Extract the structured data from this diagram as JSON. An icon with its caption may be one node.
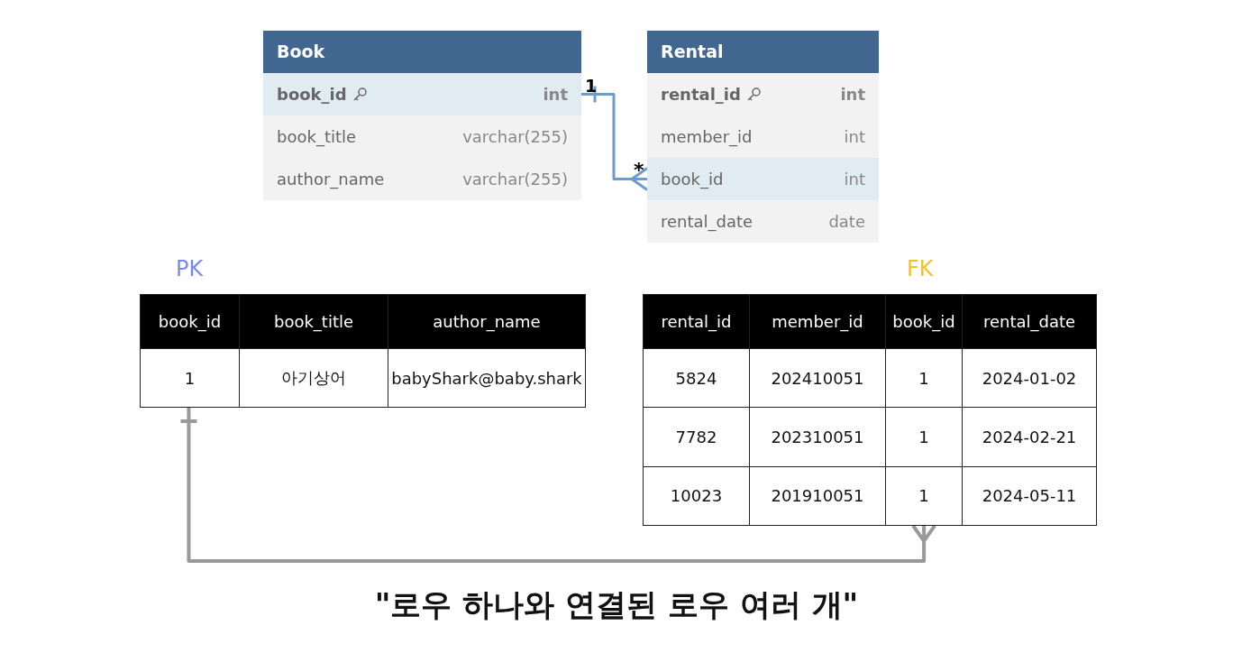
{
  "diagram": {
    "caption": "\"로우 하나와 연결된 로우 여러 개\"",
    "nodes": [
      {
        "text": [
          "Book"
        ]
      },
      {
        "text": [
          "book_id",
          "int"
        ],
        "in": 0
      },
      {
        "text": [
          "book_title",
          "varchar(255)"
        ],
        "in": 0
      },
      {
        "text": [
          "author_name",
          "varchar(255)"
        ],
        "in": 0
      },
      {
        "text": [
          "Rental"
        ]
      },
      {
        "text": [
          "rental_id",
          "int"
        ],
        "in": 4
      },
      {
        "text": [
          "member_id",
          "int"
        ],
        "in": 4
      },
      {
        "text": [
          "book_id",
          "int"
        ],
        "in": 4
      },
      {
        "text": [
          "rental_date",
          "date"
        ],
        "in": 4
      },
      {
        "text": [
          "book_id",
          "book_title",
          "author_name",
          "1",
          "아기상어",
          "babyShark@baby.shark"
        ],
        "beside": [
          "PK"
        ]
      },
      {
        "text": [
          "rental_id",
          "member_id",
          "book_id",
          "rental_date",
          "5824",
          "202410051",
          "1",
          "2024-01-02",
          "7782",
          "202310051",
          "1",
          "2024-02-21",
          "10023",
          "201910051",
          "1",
          "2024-05-11"
        ],
        "beside": [
          "FK"
        ]
      }
    ],
    "edges": [
      {
        "from": 1,
        "to": 7,
        "arrow": "other",
        "color": "#6b9bd1"
      },
      {
        "from": 9,
        "to": 10,
        "arrow": "other",
        "color": "#999999"
      }
    ],
    "labels": [
      "1",
      "*"
    ]
  }
}
